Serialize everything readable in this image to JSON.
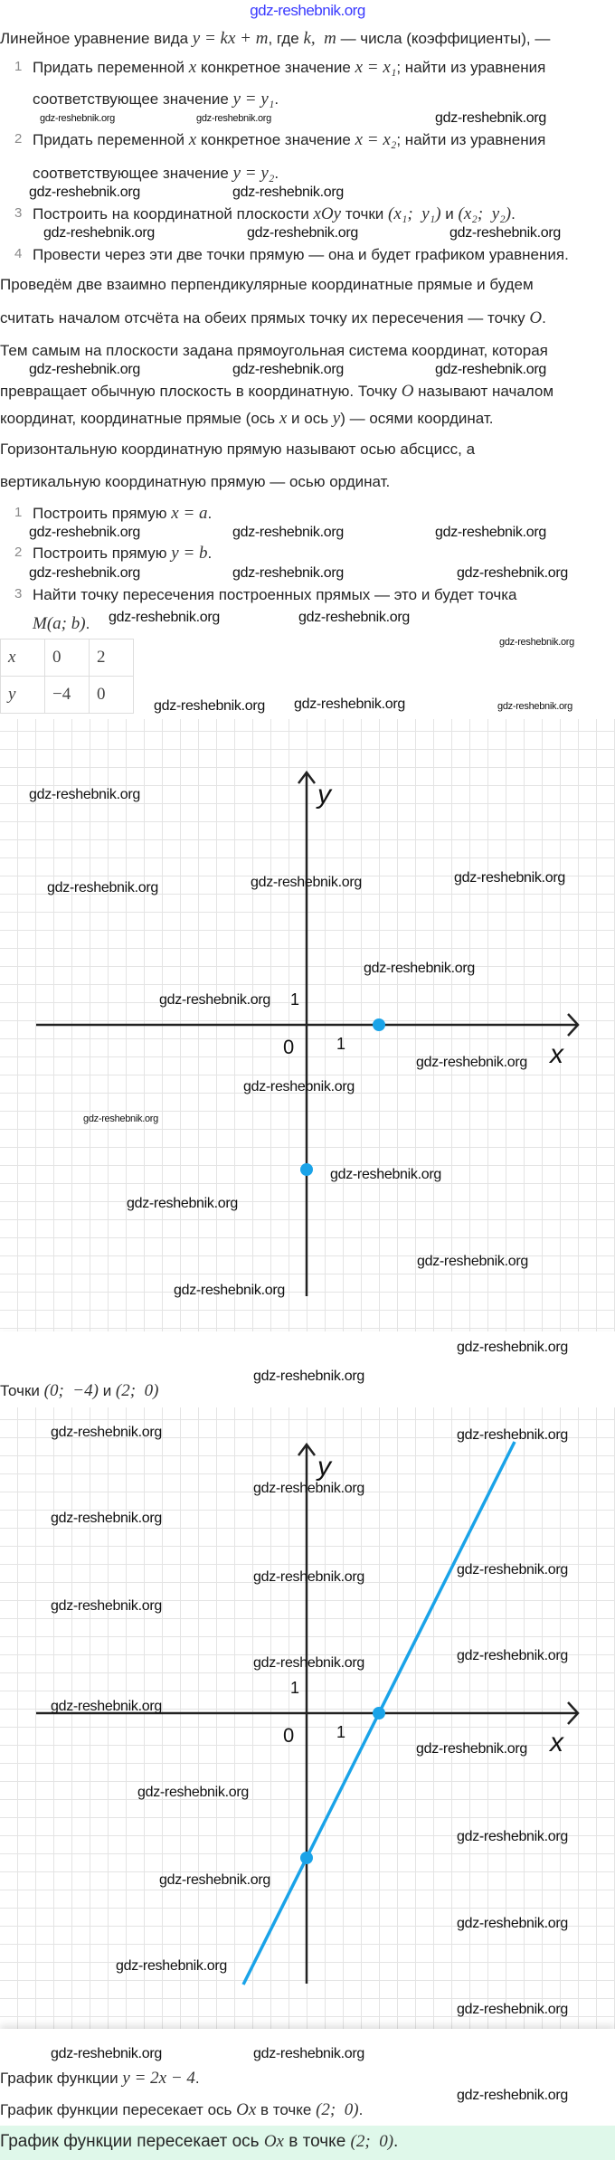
{
  "site_title": "gdz-reshebnik.org",
  "watermark": "gdz-reshebnik.org",
  "text_lines": [
    [
      {
        "t": "Линейное уравнение вида "
      },
      {
        "m": "y = kx + m"
      },
      {
        "t": ", где "
      },
      {
        "m": "k,  m"
      },
      {
        "t": " — числа (коэффициенты), —"
      }
    ],
    [
      {
        "t": "Придать переменной "
      },
      {
        "m": "x"
      },
      {
        "t": " конкретное значение "
      },
      {
        "m": "x = x₁"
      },
      {
        "t": "; найти из уравнения"
      }
    ],
    [
      {
        "t": "соответствующее значение "
      },
      {
        "m": "y = y₁"
      },
      {
        "t": "."
      }
    ],
    [
      {
        "t": "Придать переменной "
      },
      {
        "m": "x"
      },
      {
        "t": " конкретное значение "
      },
      {
        "m": "x = x₂"
      },
      {
        "t": "; найти из уравнения"
      }
    ],
    [
      {
        "t": "соответствующее значение "
      },
      {
        "m": "y = y₂"
      },
      {
        "t": "."
      }
    ],
    [
      {
        "t": "Построить на координатной плоскости "
      },
      {
        "m": "xOy"
      },
      {
        "t": " точки "
      },
      {
        "m": "(x₁;  y₁)"
      },
      {
        "t": " и "
      },
      {
        "m": "(x₂;  y₂)"
      },
      {
        "t": "."
      }
    ],
    [
      {
        "t": "Провести через эти две точки прямую — она и будет графиком уравнения."
      }
    ],
    [
      {
        "t": "Проведём две взаимно перпендикулярные координатные прямые и будем"
      }
    ],
    [
      {
        "t": "считать началом отсчёта на обеих прямых точку их пересечения — точку "
      },
      {
        "m": "O"
      },
      {
        "t": "."
      }
    ],
    [
      {
        "t": "Тем самым на плоскости задана прямоугольная система координат, которая"
      }
    ],
    [
      {
        "t": "превращает обычную плоскость в координатную. Точку "
      },
      {
        "m": "O"
      },
      {
        "t": " называют началом"
      }
    ],
    [
      {
        "t": "координат, координатные прямые (ось "
      },
      {
        "m": "x"
      },
      {
        "t": " и ось "
      },
      {
        "m": "y"
      },
      {
        "t": ") — осями координат."
      }
    ],
    [
      {
        "t": "Горизонтальную координатную прямую называют осью абсцисс, а"
      }
    ],
    [
      {
        "t": "вертикальную координатную прямую — осью ординат."
      }
    ],
    [
      {
        "t": "Построить прямую "
      },
      {
        "m": "x = a"
      },
      {
        "t": "."
      }
    ],
    [
      {
        "t": "Построить прямую "
      },
      {
        "m": "y = b"
      },
      {
        "t": "."
      }
    ],
    [
      {
        "t": "Найти точку пересечения построенных прямых — это и будет точка"
      }
    ],
    [
      {
        "m": "M(a; b)"
      },
      {
        "t": "."
      }
    ],
    [
      {
        "t": "Точки "
      },
      {
        "m": "(0;  −4)"
      },
      {
        "t": " и "
      },
      {
        "m": "(2;  0)"
      }
    ],
    [
      {
        "t": "График функции "
      },
      {
        "m": "y = 2x − 4"
      },
      {
        "t": "."
      }
    ],
    [
      {
        "t": "График функции пересекает ось "
      },
      {
        "m": "Ox"
      },
      {
        "t": " в точке "
      },
      {
        "m": "(2;  0)"
      },
      {
        "t": "."
      }
    ],
    [
      {
        "t": "График функции пересекает ось "
      },
      {
        "m": "Ox"
      },
      {
        "t": " в точке "
      },
      {
        "m": "(2;  0)"
      },
      {
        "t": "."
      }
    ]
  ],
  "list_numbers": [
    "1",
    "2",
    "3",
    "4",
    "1",
    "2",
    "3"
  ],
  "table": {
    "rows": [
      [
        "x",
        "0",
        "2"
      ],
      [
        "y",
        "−4",
        "0"
      ]
    ]
  },
  "graphs": [
    {
      "x_label": "x",
      "y_label": "y",
      "origin_label": "0",
      "unit_x_label": "1",
      "unit_y_label": "1",
      "points": [
        [
          2,
          0
        ],
        [
          0,
          -4
        ]
      ],
      "line": null
    },
    {
      "x_label": "x",
      "y_label": "y",
      "origin_label": "0",
      "unit_x_label": "1",
      "unit_y_label": "1",
      "points": [
        [
          2,
          0
        ],
        [
          0,
          -4
        ]
      ],
      "line": {
        "slope": 2,
        "intercept": -4,
        "x_from": -1.75,
        "x_to": 5.75
      }
    }
  ],
  "colors": {
    "accent": "#1aa3e8",
    "axis": "#222222",
    "grid": "#e4e4e4",
    "highlight": "#dff8ea",
    "site_title": "#3a3aff"
  }
}
